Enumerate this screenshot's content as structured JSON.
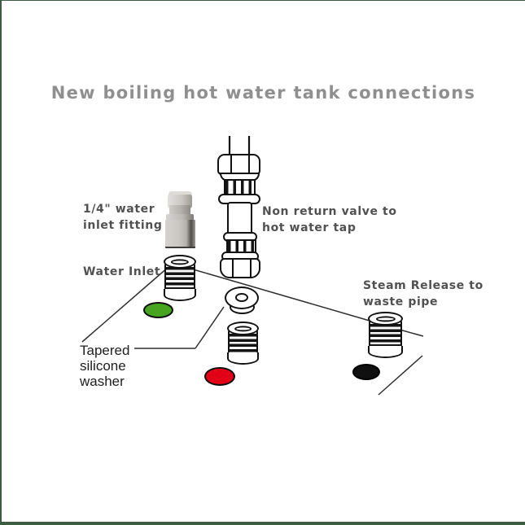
{
  "title": "New boiling hot water tank connections",
  "labels": {
    "inlet_fitting": {
      "line1": "1/4\" water",
      "line2": "inlet fitting"
    },
    "non_return_valve": {
      "line1": "Non return valve to",
      "line2": "hot water tap"
    },
    "water_inlet": "Water Inlet",
    "steam_release": {
      "line1": "Steam Release to",
      "line2": "waste pipe"
    },
    "tapered_washer": {
      "line1": "Tapered",
      "line2": "silicone",
      "line3": "washer"
    }
  },
  "colors": {
    "green_dot": "#46a41f",
    "red_dot": "#e10016",
    "black_dot": "#101010",
    "border_green": "#3d5c41",
    "title_gray": "#8f8f8f",
    "label_gray": "#515151",
    "line_black": "#2f2f2f"
  }
}
